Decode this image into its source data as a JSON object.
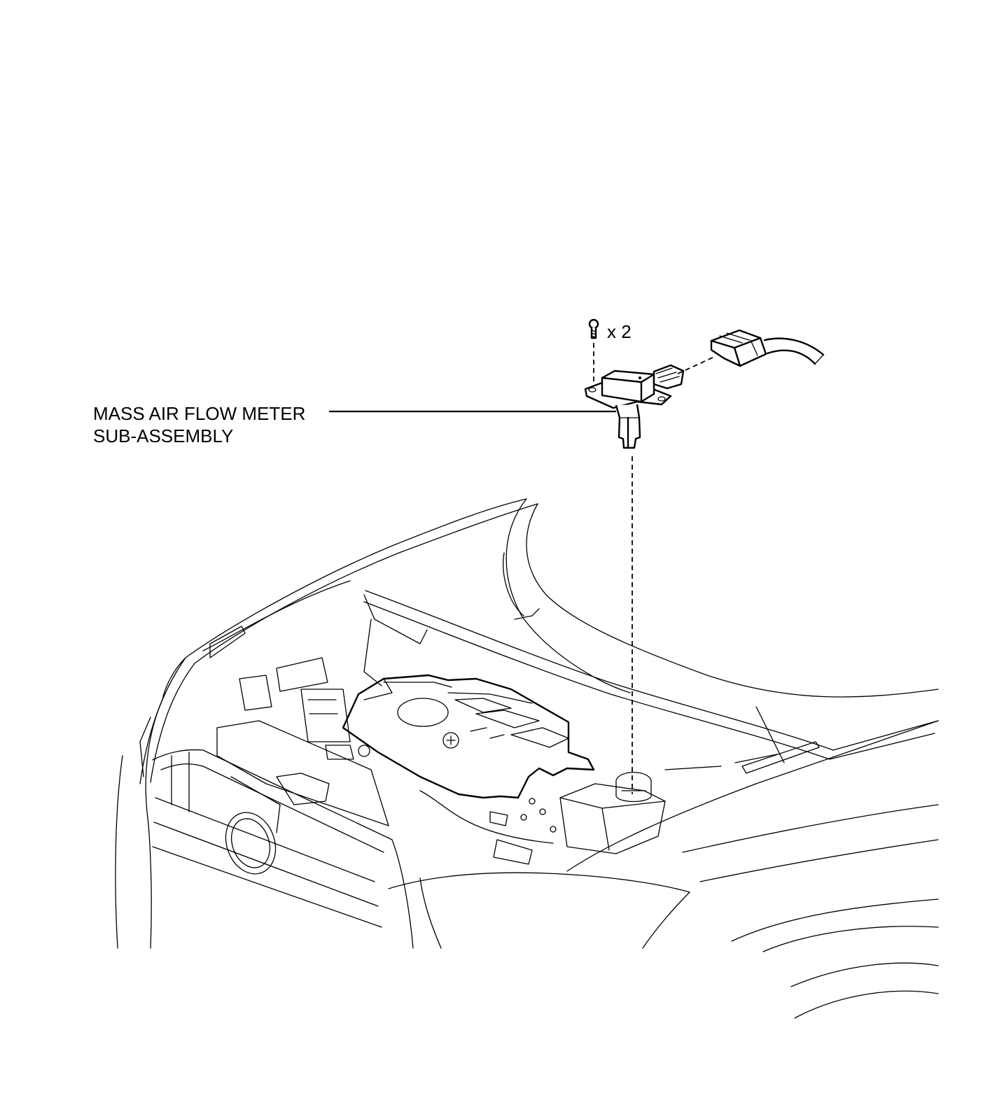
{
  "labels": {
    "mass_air_flow_meter_line1": "MASS AIR FLOW METER",
    "mass_air_flow_meter_line2": "SUB-ASSEMBLY",
    "screw_quantity": "x 2"
  }
}
